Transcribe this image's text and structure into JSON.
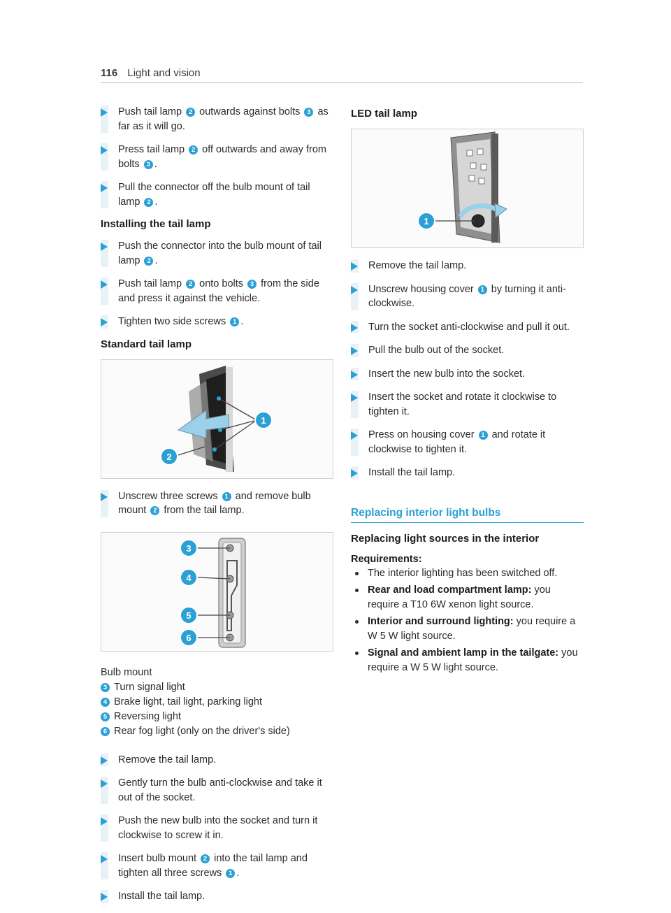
{
  "header": {
    "page_number": "116",
    "section": "Light and vision"
  },
  "left": {
    "steps_a": [
      {
        "before": "Push tail lamp ",
        "b1": "2",
        "middle": " outwards against bolts ",
        "b2": "3",
        "after": " as far as it will go."
      },
      {
        "before": "Press tail lamp ",
        "b1": "2",
        "middle": " off outwards and away from bolts ",
        "b2": "3",
        "after": "."
      },
      {
        "before": "Pull the connector off the bulb mount of tail lamp ",
        "b1": "2",
        "after": "."
      }
    ],
    "heading_installing": "Installing the tail lamp",
    "steps_b": [
      {
        "before": "Push the connector into the bulb mount of tail lamp ",
        "b1": "2",
        "after": "."
      },
      {
        "before": "Push tail lamp ",
        "b1": "2",
        "middle": " onto bolts ",
        "b2": "3",
        "after": " from the side and press it against the vehicle."
      },
      {
        "before": "Tighten two side screws ",
        "b1": "1",
        "after": "."
      }
    ],
    "heading_standard": "Standard tail lamp",
    "figure_standard_callouts": [
      "1",
      "2"
    ],
    "step_unscrew": {
      "before": "Unscrew three screws ",
      "b1": "1",
      "middle": " and remove bulb mount ",
      "b2": "2",
      "after": " from the tail lamp."
    },
    "figure_bulb_callouts": [
      "3",
      "4",
      "5",
      "6"
    ],
    "legend_title": "Bulb mount",
    "legend": [
      {
        "num": "3",
        "text": "Turn signal light"
      },
      {
        "num": "4",
        "text": "Brake light, tail light, parking light"
      },
      {
        "num": "5",
        "text": "Reversing light"
      },
      {
        "num": "6",
        "text": "Rear fog light (only on the driver's side)"
      }
    ],
    "steps_c": [
      {
        "before": "Remove the tail lamp."
      },
      {
        "before": "Gently turn the bulb anti-clockwise and take it out of the socket."
      },
      {
        "before": "Push the new bulb into the socket and turn it clockwise to screw it in."
      },
      {
        "before": "Insert bulb mount ",
        "b1": "2",
        "middle": " into the tail lamp and tighten all three screws ",
        "b2": "1",
        "after": "."
      },
      {
        "before": "Install the tail lamp."
      }
    ]
  },
  "right": {
    "heading_led": "LED tail lamp",
    "figure_led_callouts": [
      "1"
    ],
    "steps_led": [
      {
        "before": "Remove the tail lamp."
      },
      {
        "before": "Unscrew housing cover ",
        "b1": "1",
        "after": " by turning it anti-clockwise."
      },
      {
        "before": "Turn the socket anti-clockwise and pull it out."
      },
      {
        "before": "Pull the bulb out of the socket."
      },
      {
        "before": "Insert the new bulb into the socket."
      },
      {
        "before": "Insert the socket and rotate it clockwise to tighten it."
      },
      {
        "before": "Press on housing cover ",
        "b1": "1",
        "after": " and rotate it clockwise to tighten it."
      },
      {
        "before": "Install the tail lamp."
      }
    ],
    "section_title": "Replacing interior light bulbs",
    "subheading": "Replacing light sources in the interior",
    "requirements_label": "Requirements:",
    "requirements": [
      {
        "label": "",
        "text": "The interior lighting has been switched off."
      },
      {
        "label": "Rear and load compartment lamp:",
        "text": " you require a T10 6W xenon light source."
      },
      {
        "label": "Interior and surround lighting:",
        "text": " you require a W 5 W light source."
      },
      {
        "label": "Signal and ambient lamp in the tailgate:",
        "text": " you require a W 5 W light source."
      }
    ]
  },
  "colors": {
    "accent": "#2aa0d4",
    "step_bar": "#e8f1f6",
    "rule": "#b5b5b5"
  }
}
